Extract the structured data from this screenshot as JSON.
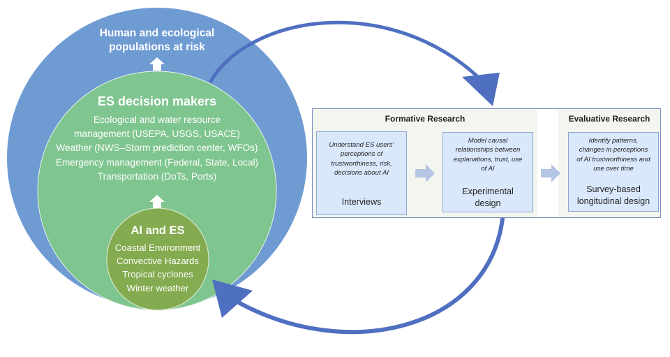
{
  "colors": {
    "outer_circle": "#6f9bd3",
    "green_circle": "#7fc58f",
    "olive_circle": "#84ab4f",
    "cycle_arrow": "#4f6fc0",
    "panel_border": "#7b8dc1",
    "box_fill": "#dae8fc",
    "section_shade": "#f3f6ee",
    "flow_arrow": "#b5c5e4"
  },
  "outer_circle": {
    "title_lines": [
      "Human and ecological",
      "populations at risk"
    ]
  },
  "green_circle": {
    "title": "ES decision makers",
    "items": [
      "Ecological and water resource",
      "management (USEPA, USGS, USACE)",
      "Weather (NWS–Storm prediction center, WFOs)",
      "Emergency management (Federal, State, Local)",
      "Transportation (DoTs, Ports)"
    ]
  },
  "olive_circle": {
    "title": "AI and ES",
    "items": [
      "Coastal Environment",
      "Convective Hazards",
      "Tropical cyclones",
      "Winter weather"
    ]
  },
  "panel": {
    "formative_title": "Formative Research",
    "evaluative_title": "Evaluative Research",
    "boxes": [
      {
        "desc_lines": [
          "Understand ES users’",
          "perceptions of",
          "trustworthiness, risk,",
          "decisions about AI"
        ],
        "method_lines": [
          "Interviews"
        ]
      },
      {
        "desc_lines": [
          "Model causal",
          "relationships between",
          "explanations, trust, use",
          "of AI"
        ],
        "method_lines": [
          "Experimental",
          "design"
        ]
      },
      {
        "desc_lines": [
          "Identify patterns,",
          "changes in perceptions",
          "of AI trustworthiness and",
          "use over time"
        ],
        "method_lines": [
          "Survey-based",
          "longitudinal design"
        ]
      }
    ]
  },
  "icons": {
    "up_arrows": "up-arrow-icon",
    "flow_arrows": "right-arrow-icon",
    "cycle_arrows": "curved-arrow-icon"
  }
}
